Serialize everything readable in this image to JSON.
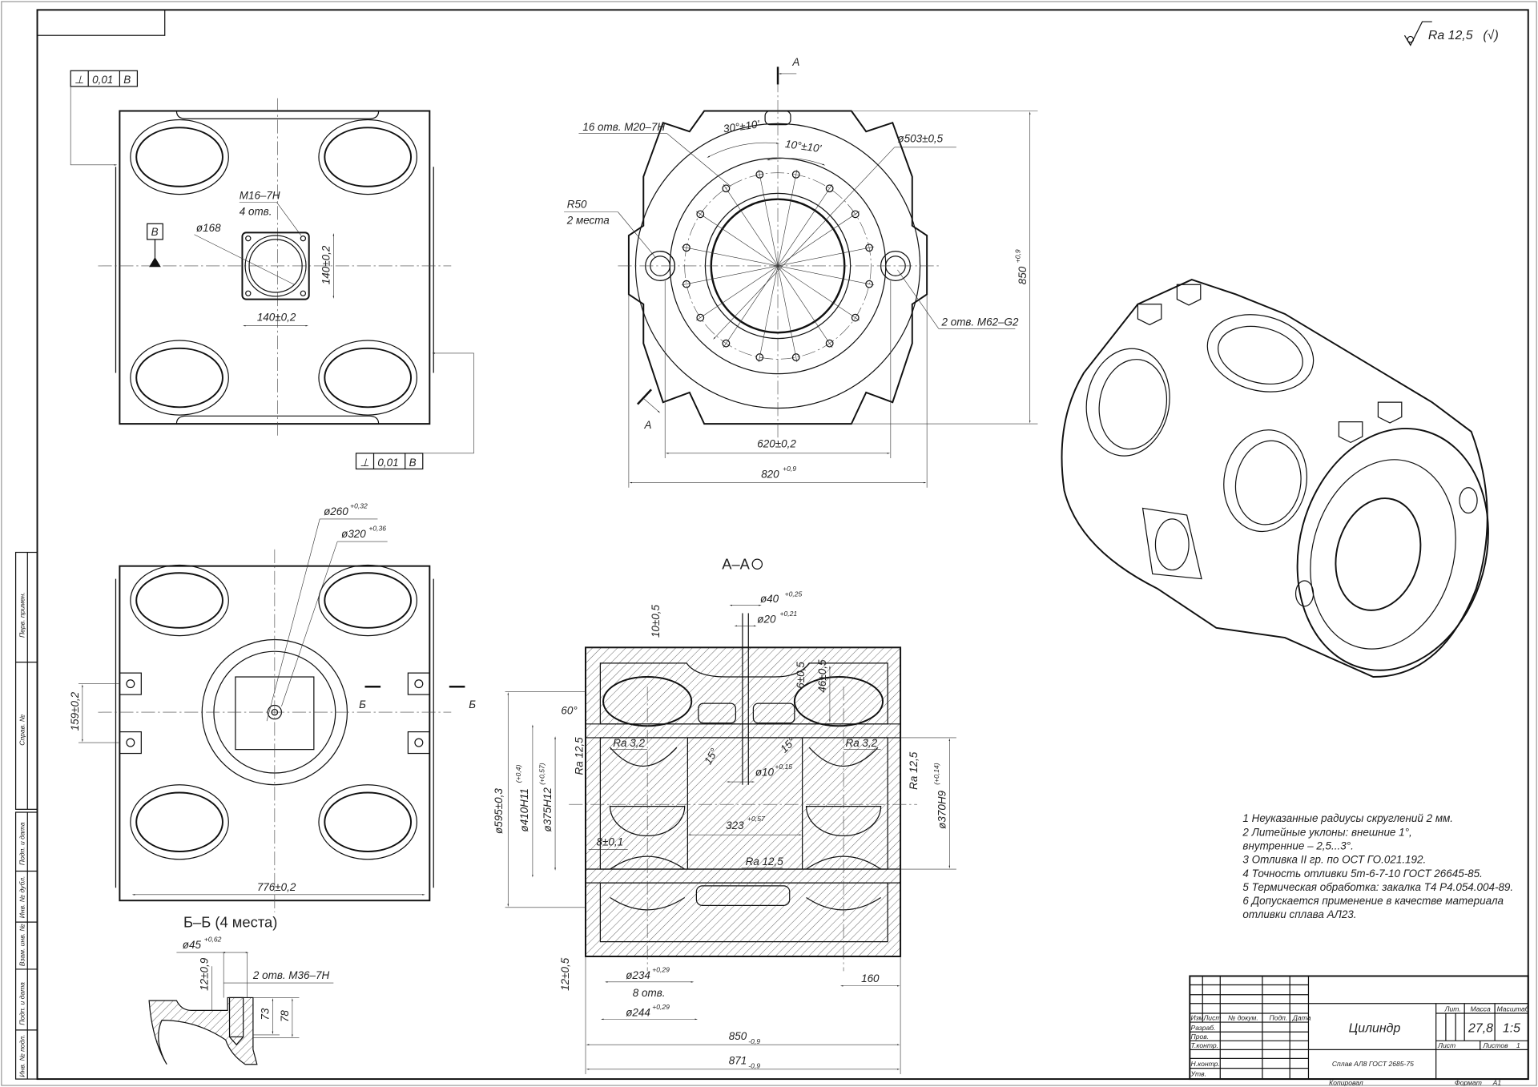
{
  "roughness": {
    "symbol": "Ra 12,5",
    "other": "(√)"
  },
  "view_top_left": {
    "tolerance_top": {
      "symbol": "⊥",
      "value": "0,01",
      "datum": "B"
    },
    "tolerance_bottom": {
      "symbol": "⊥",
      "value": "0,01",
      "datum": "B"
    },
    "datum": "B",
    "thread": "M16–7H",
    "thread_count": "4 отв.",
    "diameter": "ø168",
    "dim_vertical": "140±0,2",
    "dim_horizontal": "140±0,2"
  },
  "view_front": {
    "cut_label_top": "A",
    "cut_label_bottom": "A",
    "holes": "16 отв. M20–7H",
    "angle_1": "30°±10'",
    "angle_2": "10°±10'",
    "diameter": "ø503±0,5",
    "radius": "R50",
    "radius_count": "2 места",
    "threads": "2 отв. M62–G2",
    "height": "850",
    "height_tol": "+0,9",
    "width_inner": "620±0,2",
    "width_outer": "820",
    "width_outer_tol": "+0,9"
  },
  "view_bottom_left": {
    "d1": "ø260",
    "d1_tol": "+0,32",
    "d2": "ø320",
    "d2_tol": "+0,36",
    "height": "159±0,2",
    "width": "776±0,2",
    "cut_label_1": "Б",
    "cut_label_2": "Б"
  },
  "detail_bb": {
    "title": "Б–Б (4 места)",
    "diameter": "ø45",
    "diameter_tol": "+0,62",
    "depth": "12±0,9",
    "threads": "2 отв. M36–7H",
    "d73": "73",
    "d78": "78"
  },
  "section_aa": {
    "title": "A–A",
    "d40": "ø40",
    "d40_tol": "+0,25",
    "d20": "ø20",
    "d20_tol": "+0,21",
    "wall": "10±0,5",
    "d6": "6±0,5",
    "d46": "46±0,5",
    "angle_60": "60°",
    "angle_15a": "15°",
    "angle_15b": "15°",
    "ra32_left": "Ra 3,2",
    "ra32_right": "Ra 3,2",
    "ra125_left": "Ra 12,5",
    "ra125_right": "Ra 12,5",
    "ra125_bottom": "Ra 12,5",
    "d10": "ø10",
    "d10_tol": "+0,15",
    "d595": "ø595±0,3",
    "d410": "ø410H11",
    "d410_tol": "(+0,4)",
    "d375": "ø375H12",
    "d375_tol": "(+0,57)",
    "d370": "ø370H9",
    "d370_tol": "(+0,14)",
    "len323": "323",
    "len323_tol": "+0,57",
    "d8": "8±0,1",
    "bottom_wall": "12±0,5",
    "d234": "ø234",
    "d234_tol": "+0,29",
    "holes8": "8 отв.",
    "d244": "ø244",
    "d244_tol": "+0,29",
    "d160": "160",
    "len850": "850",
    "len850_tol": "-0,9",
    "len871": "871",
    "len871_tol": "-0,9"
  },
  "notes": [
    "1  Неуказанные радиусы скруглений 2 мм.",
    "2  Литейные уклоны: внешние 1°,",
    "внутренние – 2,5...3°.",
    "3  Отливка II гр. по ОСТ ГО.021.192.",
    "4  Точность отливки 5т-6-7-10  ГОСТ 26645-85.",
    "5  Термическая обработка: закалка Т4 Р4.054.004-89.",
    "6  Допускается применение в качестве материала",
    "отливки сплава АЛ23."
  ],
  "margin_stamps": [
    "Перв. примен.",
    "Справ. №",
    "Подп. и дата",
    "Инв. № дубл.",
    "Взам. инв. №",
    "Подп. и дата",
    "Инв. № подл."
  ],
  "title_block": {
    "columns": [
      "Изм.",
      "Лист",
      "№ докум.",
      "Подп.",
      "Дата"
    ],
    "rows": [
      "Разраб.",
      "Пров.",
      "Т.контр.",
      "",
      "Н.контр.",
      "Утв."
    ],
    "name": "Цилиндр",
    "material": "Сплав АЛ8 ГОСТ 2685-75",
    "lit_label": "Лит.",
    "mass_label": "Масса",
    "scale_label": "Масштаб",
    "mass": "27,8",
    "scale": "1:5",
    "sheet_label": "Лист",
    "sheets_label": "Листов",
    "sheets": "1",
    "copied": "Копировал",
    "format_label": "Формат",
    "format": "A1"
  }
}
